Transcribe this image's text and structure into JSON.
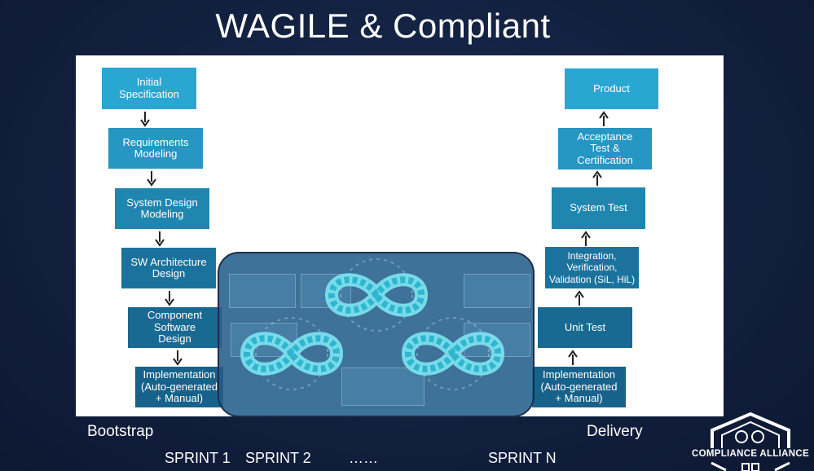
{
  "title": "WAGILE & Compliant",
  "left_column": [
    {
      "label": "Initial\nSpecification"
    },
    {
      "label": "Requirements\nModeling"
    },
    {
      "label": "System Design\nModeling"
    },
    {
      "label": "SW Architecture\nDesign"
    },
    {
      "label": "Component\nSoftware\nDesign"
    },
    {
      "label": "Implementation\n(Auto-generated\n+ Manual)"
    }
  ],
  "right_column": [
    {
      "label": "Product"
    },
    {
      "label": "Acceptance\nTest &\nCertification"
    },
    {
      "label": "System Test"
    },
    {
      "label": "Integration,\nVerification,\nValidation (SiL, HiL)"
    },
    {
      "label": "Unit Test"
    },
    {
      "label": "Implementation\n(Auto-generated\n+ Manual)"
    }
  ],
  "bottom": {
    "bootstrap": "Bootstrap",
    "delivery": "Delivery",
    "sprints": [
      "SPRINT 1",
      "SPRINT 2",
      "……",
      "SPRINT N"
    ]
  },
  "logo": {
    "text": "COMPLIANCE ALLIANCE"
  },
  "colors": {
    "background": "#12203f",
    "box_light": "#2aa6d3",
    "box_dark": "#16628a",
    "infinity": "#3fd0e6"
  }
}
